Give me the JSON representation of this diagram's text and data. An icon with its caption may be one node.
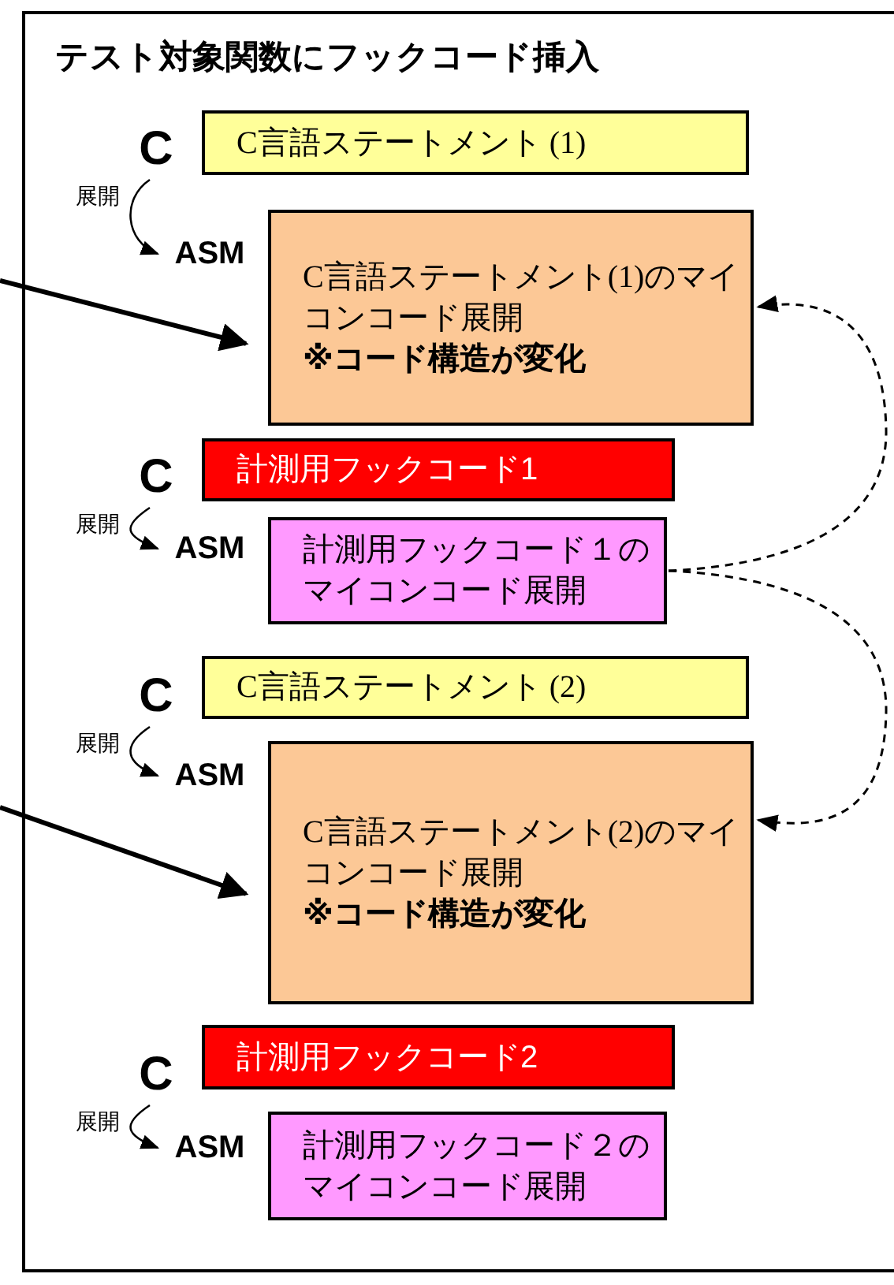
{
  "diagram": {
    "title": "テスト対象関数にフックコード挿入",
    "nodes": [
      {
        "text": [
          "C"
        ]
      },
      {
        "text": [
          "C言語ステートメント (1)"
        ]
      },
      {
        "text": [
          "ASM"
        ]
      },
      {
        "text": [
          "C言語ステートメント(1)のマイコンコード展開",
          "※コード構造が変化"
        ]
      },
      {
        "text": [
          "C"
        ]
      },
      {
        "text": [
          "計測用フックコード1"
        ]
      },
      {
        "text": [
          "ASM"
        ]
      },
      {
        "text": [
          "計測用フックコード１のマイコンコード展開"
        ]
      },
      {
        "text": [
          "C"
        ]
      },
      {
        "text": [
          "C言語ステートメント (2)"
        ]
      },
      {
        "text": [
          "ASM"
        ]
      },
      {
        "text": [
          "C言語ステートメント(2)のマイコンコード展開",
          "※コード構造が変化"
        ]
      },
      {
        "text": [
          "C"
        ]
      },
      {
        "text": [
          "計測用フックコード2"
        ]
      },
      {
        "text": [
          "ASM"
        ]
      },
      {
        "text": [
          "計測用フックコード２のマイコンコード展開"
        ]
      }
    ],
    "edges": [
      {
        "from": 0,
        "to": 2,
        "arrow": "to",
        "label": "展開"
      },
      {
        "from": 4,
        "to": 6,
        "arrow": "to",
        "label": "展開"
      },
      {
        "from": 8,
        "to": 10,
        "arrow": "to",
        "label": "展開"
      },
      {
        "from": 12,
        "to": 14,
        "arrow": "to",
        "label": "展開"
      },
      {
        "from": 7,
        "to": 3,
        "arrow": "to",
        "style": "dashed"
      },
      {
        "from": 7,
        "to": 11,
        "arrow": "to",
        "style": "dashed"
      },
      {
        "from": null,
        "to": 3,
        "arrow": "to",
        "style": "thick"
      },
      {
        "from": null,
        "to": 11,
        "arrow": "to",
        "style": "thick"
      }
    ]
  }
}
